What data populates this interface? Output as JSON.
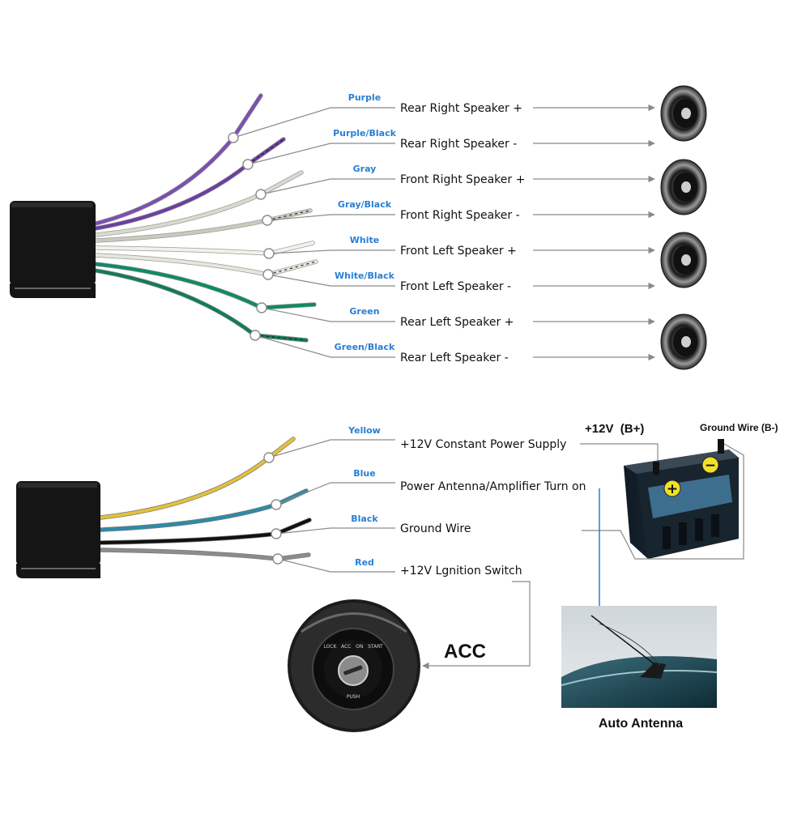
{
  "speaker_section": {
    "wires": [
      {
        "color_name": "Purple",
        "description": "Rear Right Speaker +",
        "color": "#7b4fb0"
      },
      {
        "color_name": "Purple/Black",
        "description": "Rear Right Speaker -",
        "color": "#6a3fa0"
      },
      {
        "color_name": "Gray",
        "description": "Front Right Speaker +",
        "color": "#d9d9cf"
      },
      {
        "color_name": "Gray/Black",
        "description": "Front Right Speaker -",
        "color": "#c9c9bd"
      },
      {
        "color_name": "White",
        "description": "Front Left Speaker +",
        "color": "#f2f2ea"
      },
      {
        "color_name": "White/Black",
        "description": "Front Left Speaker -",
        "color": "#e6e6dc"
      },
      {
        "color_name": "Green",
        "description": "Rear Left Speaker +",
        "color": "#0f8a64"
      },
      {
        "color_name": "Green/Black",
        "description": "Rear Left Speaker -",
        "color": "#137a5a"
      }
    ]
  },
  "power_section": {
    "wires": [
      {
        "color_name": "Yellow",
        "description": "+12V Constant Power Supply",
        "color": "#e2c13a"
      },
      {
        "color_name": "Blue",
        "description": "Power Antenna/Amplifier Turn on",
        "color": "#2e8aa8"
      },
      {
        "color_name": "Black",
        "description": "Ground Wire",
        "color": "#111111"
      },
      {
        "color_name": "Red",
        "description": "+12V Lgnition Switch",
        "color": "#8c8c8c"
      }
    ]
  },
  "battery": {
    "positive_label": "+12V  (B+)",
    "ground_label": "Ground Wire (B-)",
    "plus_symbol": "+",
    "minus_symbol": "−"
  },
  "ignition": {
    "acc_label": "ACC",
    "ring_text": "LOCK   ACC   ON   START",
    "push_text": "PUSH"
  },
  "antenna": {
    "caption": "Auto Antenna"
  }
}
